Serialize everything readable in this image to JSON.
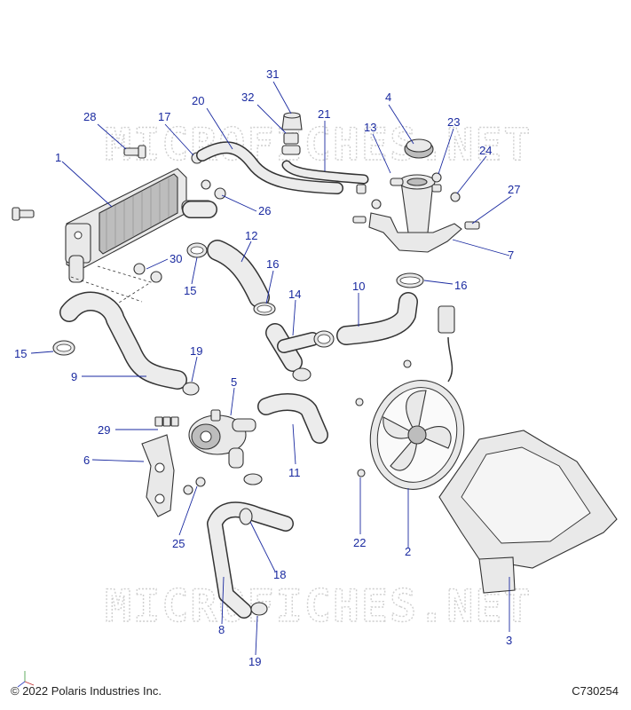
{
  "watermark": "MICROFICHES.NET",
  "copyright": "© 2022 Polaris Industries Inc.",
  "drawing_number": "C730254",
  "colors": {
    "callout": "#1a2aa0",
    "line": "#333333",
    "part": "#e9e9e9",
    "watermark": "#cfcfcf"
  },
  "callouts": [
    {
      "id": "c31",
      "label": "31"
    },
    {
      "id": "c32",
      "label": "32"
    },
    {
      "id": "c20",
      "label": "20"
    },
    {
      "id": "c21",
      "label": "21"
    },
    {
      "id": "c4",
      "label": "4"
    },
    {
      "id": "c28",
      "label": "28"
    },
    {
      "id": "c17",
      "label": "17"
    },
    {
      "id": "c13",
      "label": "13"
    },
    {
      "id": "c23",
      "label": "23"
    },
    {
      "id": "c1",
      "label": "1"
    },
    {
      "id": "c24",
      "label": "24"
    },
    {
      "id": "c27",
      "label": "27"
    },
    {
      "id": "c26",
      "label": "26"
    },
    {
      "id": "c12",
      "label": "12"
    },
    {
      "id": "c7",
      "label": "7"
    },
    {
      "id": "c30",
      "label": "30"
    },
    {
      "id": "c16a",
      "label": "16"
    },
    {
      "id": "c16b",
      "label": "16"
    },
    {
      "id": "c15a",
      "label": "15"
    },
    {
      "id": "c10",
      "label": "10"
    },
    {
      "id": "c14",
      "label": "14"
    },
    {
      "id": "c15b",
      "label": "15"
    },
    {
      "id": "c19a",
      "label": "19"
    },
    {
      "id": "c9",
      "label": "9"
    },
    {
      "id": "c5",
      "label": "5"
    },
    {
      "id": "c29",
      "label": "29"
    },
    {
      "id": "c6",
      "label": "6"
    },
    {
      "id": "c11",
      "label": "11"
    },
    {
      "id": "c25",
      "label": "25"
    },
    {
      "id": "c22",
      "label": "22"
    },
    {
      "id": "c2",
      "label": "2"
    },
    {
      "id": "c18",
      "label": "18"
    },
    {
      "id": "c8",
      "label": "8"
    },
    {
      "id": "c3",
      "label": "3"
    },
    {
      "id": "c19b",
      "label": "19"
    }
  ]
}
